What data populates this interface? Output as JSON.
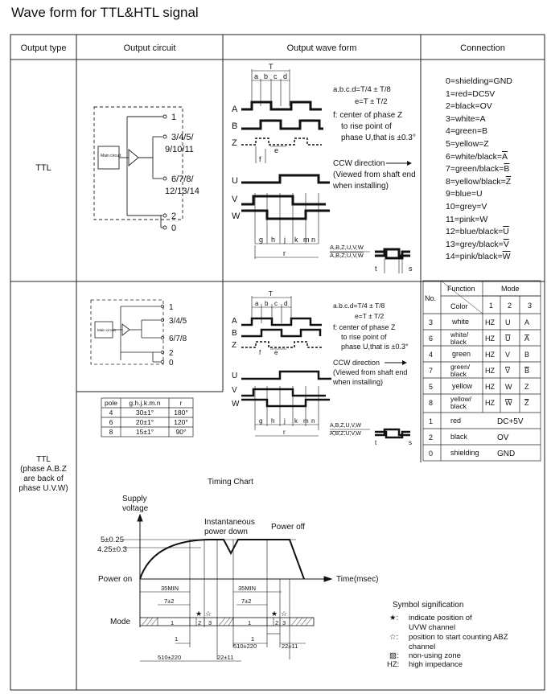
{
  "title": "Wave form for TTL&HTL signal",
  "header": {
    "type": "Output type",
    "circuit": "Output circuit",
    "wave": "Output wave form",
    "conn": "Connection"
  },
  "ttl": {
    "label": "TTL",
    "main_circuit": "Main circuit",
    "pins": [
      "1",
      "3/4/5/",
      "9/10/11",
      "6/7/8/",
      "12/13/14",
      "2",
      "0"
    ],
    "formula1": "a.b.c.d=T/4 ± T/8",
    "formula2": "e=T ± T/2",
    "note1": "f: center of phase Z",
    "note2": "to rise point of",
    "note3": "phase U,that is ±0.3°",
    "ccw1": "CCW direction",
    "ccw2": "(Viewed from shaft end",
    "ccw3": "when installing)",
    "wave_labels": [
      "T",
      "a",
      "b",
      "c",
      "d",
      "e",
      "f",
      "A",
      "B",
      "Z",
      "U",
      "V",
      "W",
      "g",
      "h",
      "j",
      "k",
      "m",
      "n",
      "r",
      "t",
      "s"
    ],
    "sig1": "A,B,Z,U,V,W",
    "sig2": "A,B,Z,U,V,W",
    "connection": [
      {
        "text": "0=shielding=GND"
      },
      {
        "text": "1=red=DC5V"
      },
      {
        "text": "2=black=OV"
      },
      {
        "text": "3=white=A"
      },
      {
        "text": "4=green=B"
      },
      {
        "text": "5=yellow=Z"
      },
      {
        "pre": "6=white/black=",
        "ov": "A"
      },
      {
        "pre": "7=green/black=",
        "ov": "B"
      },
      {
        "pre": "8=yellow/black=",
        "ov": "Z"
      },
      {
        "text": "9=blue=U"
      },
      {
        "text": "10=grey=V"
      },
      {
        "text": "11=pink=W"
      },
      {
        "pre": "12=blue/black=",
        "ov": "U"
      },
      {
        "pre": "13=grey/black=",
        "ov": "V"
      },
      {
        "pre": "14=pink/black=",
        "ov": "W"
      }
    ]
  },
  "ttl2": {
    "label1": "TTL",
    "label2": "(phase A.B.Z",
    "label3": "are back of",
    "label4": "phase U.V.W)",
    "pins": [
      "1",
      "3/4/5",
      "6/7/8",
      "2",
      "0"
    ],
    "pole_table": {
      "headers": [
        "pole",
        "g.h.j.k.m.n",
        "r"
      ],
      "rows": [
        [
          "4",
          "30±1°",
          "180°"
        ],
        [
          "6",
          "20±1°",
          "120°"
        ],
        [
          "8",
          "15±1°",
          "90°"
        ]
      ]
    },
    "func_table": {
      "h_no": "No.",
      "h_func": "Function",
      "h_mode": "Mode",
      "h_color": "Color",
      "modes": [
        "1",
        "2",
        "3"
      ],
      "rows": [
        {
          "no": "3",
          "color": "white",
          "m": [
            "HZ",
            "U",
            "A"
          ],
          "ov": [
            false,
            false,
            false
          ]
        },
        {
          "no": "6",
          "color": "white/ black",
          "m": [
            "HZ",
            "U",
            "A"
          ],
          "ov": [
            false,
            true,
            true
          ]
        },
        {
          "no": "4",
          "color": "green",
          "m": [
            "HZ",
            "V",
            "B"
          ],
          "ov": [
            false,
            false,
            false
          ]
        },
        {
          "no": "7",
          "color": "green/ black",
          "m": [
            "HZ",
            "V",
            "B"
          ],
          "ov": [
            false,
            true,
            true
          ]
        },
        {
          "no": "5",
          "color": "yellow",
          "m": [
            "HZ",
            "W",
            "Z"
          ],
          "ov": [
            false,
            false,
            false
          ]
        },
        {
          "no": "8",
          "color": "yellow/ black",
          "m": [
            "HZ",
            "W",
            "Z"
          ],
          "ov": [
            false,
            true,
            true
          ]
        }
      ],
      "rows2": [
        {
          "no": "1",
          "color": "red",
          "val": "DC+5V"
        },
        {
          "no": "2",
          "color": "black",
          "val": "OV"
        },
        {
          "no": "0",
          "color": "shielding",
          "val": "GND"
        }
      ]
    }
  },
  "timing": {
    "title": "Timing Chart",
    "supply1": "Supply",
    "supply2": "voltage",
    "v1": "5±0.25",
    "v2": "4.25±0.3",
    "inst1": "Instantaneous",
    "inst2": "power down",
    "poweroff": "Power off",
    "poweron": "Power on",
    "time": "Time(msec)",
    "mode": "Mode",
    "min35": "35MIN",
    "ms7": "7±2",
    "ms510": "510±220",
    "ms22": "22±11",
    "one": "1"
  },
  "symbols": {
    "title": "Symbol signification",
    "items": [
      {
        "sym": "★:",
        "text": "indicate position of",
        "text2": "UVW channel"
      },
      {
        "sym": "☆:",
        "text": "position to start counting ABZ",
        "text2": "channel"
      },
      {
        "sym": "▨:",
        "text": "non-using zone",
        "text2": ""
      },
      {
        "sym": "HZ:",
        "text": "high impedance",
        "text2": ""
      }
    ]
  }
}
